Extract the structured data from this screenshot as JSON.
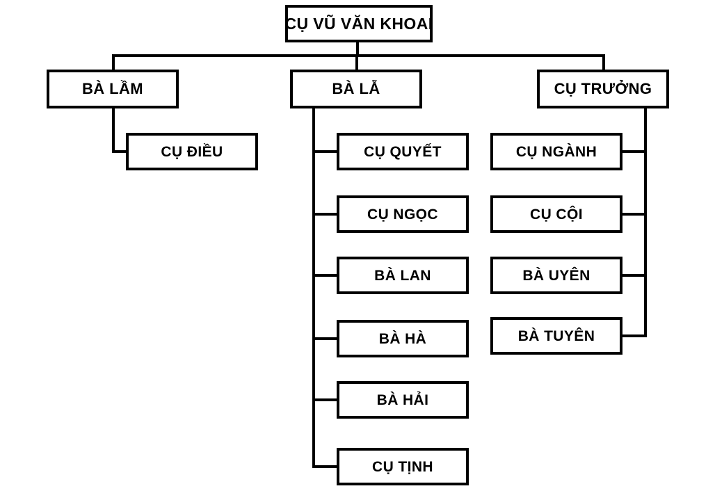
{
  "diagram": {
    "title": "Vietnamese family tree chart",
    "line_color": "#000000",
    "box_fill": "#ffffff",
    "box_border_color": "#000000"
  },
  "root": {
    "label": "CỤ VŨ VĂN KHOAI"
  },
  "branches": [
    {
      "id": "ba-lam",
      "label": "BÀ LẦM",
      "children": [
        {
          "label": "CỤ ĐIỀU"
        }
      ]
    },
    {
      "id": "ba-la",
      "label": "BÀ LẴ",
      "children": [
        {
          "label": "CỤ QUYẾT"
        },
        {
          "label": "CỤ NGỌC"
        },
        {
          "label": "BÀ LAN"
        },
        {
          "label": "BÀ HÀ"
        },
        {
          "label": "BÀ HẢI"
        },
        {
          "label": "CỤ TỊNH"
        }
      ]
    },
    {
      "id": "cu-truong",
      "label": "CỤ TRƯỞNG",
      "children": [
        {
          "label": "CỤ NGÀNH"
        },
        {
          "label": "CỤ CỘI"
        },
        {
          "label": "BÀ UYÊN"
        },
        {
          "label": "BÀ TUYÊN"
        }
      ]
    }
  ]
}
